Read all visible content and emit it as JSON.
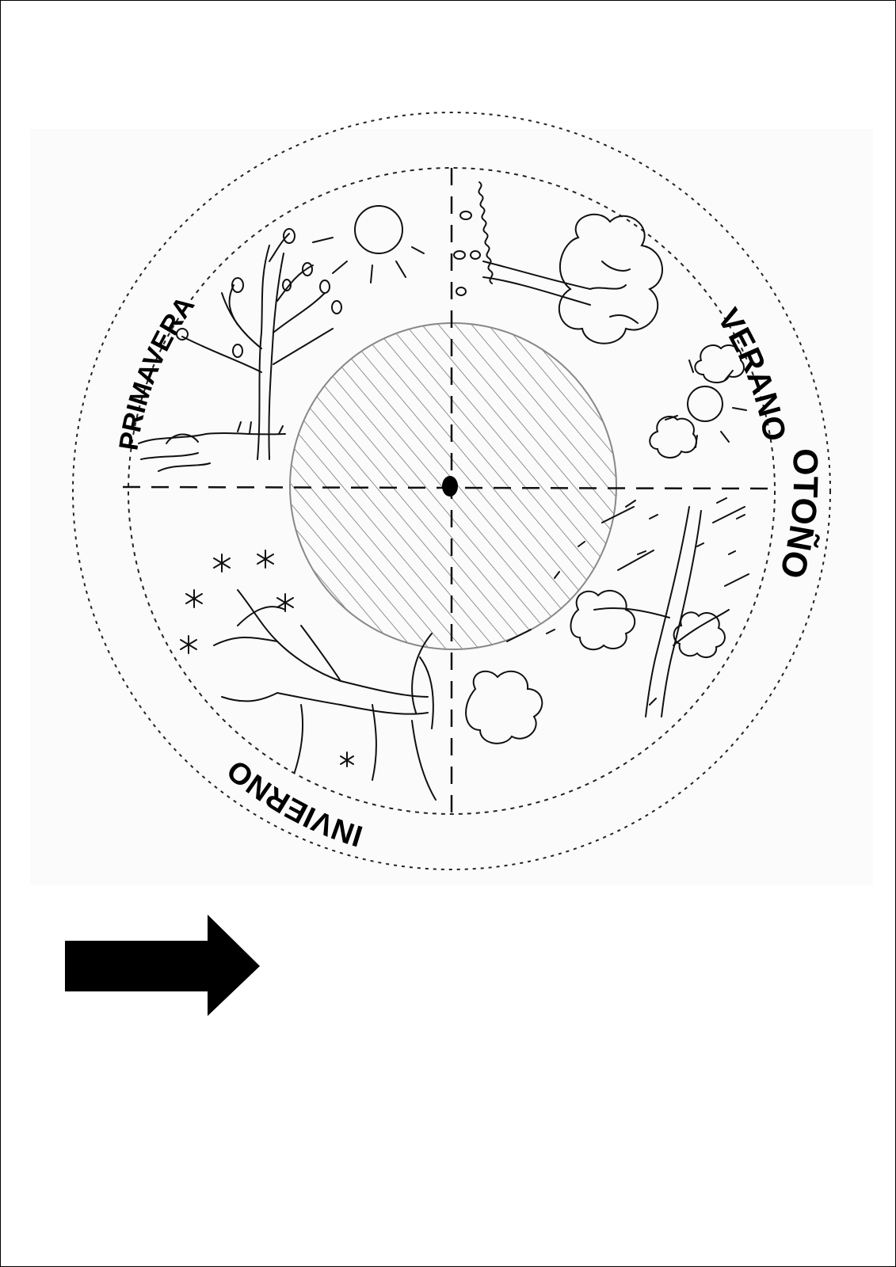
{
  "seasons": {
    "spring": {
      "label": "PRIMAVERA"
    },
    "summer": {
      "label": "VERANO"
    },
    "autumn": {
      "label": "OTOÑO"
    },
    "winter": {
      "label": "INVIERNO"
    }
  },
  "colors": {
    "ink": "#000000",
    "hatch_fill": "#f2f2f2",
    "background": "#ffffff",
    "panel": "#fbfbfb"
  },
  "icons": [
    "sun-icon",
    "tree-icon",
    "cloud-icon",
    "snowflake-icon",
    "arrow-right-icon"
  ]
}
